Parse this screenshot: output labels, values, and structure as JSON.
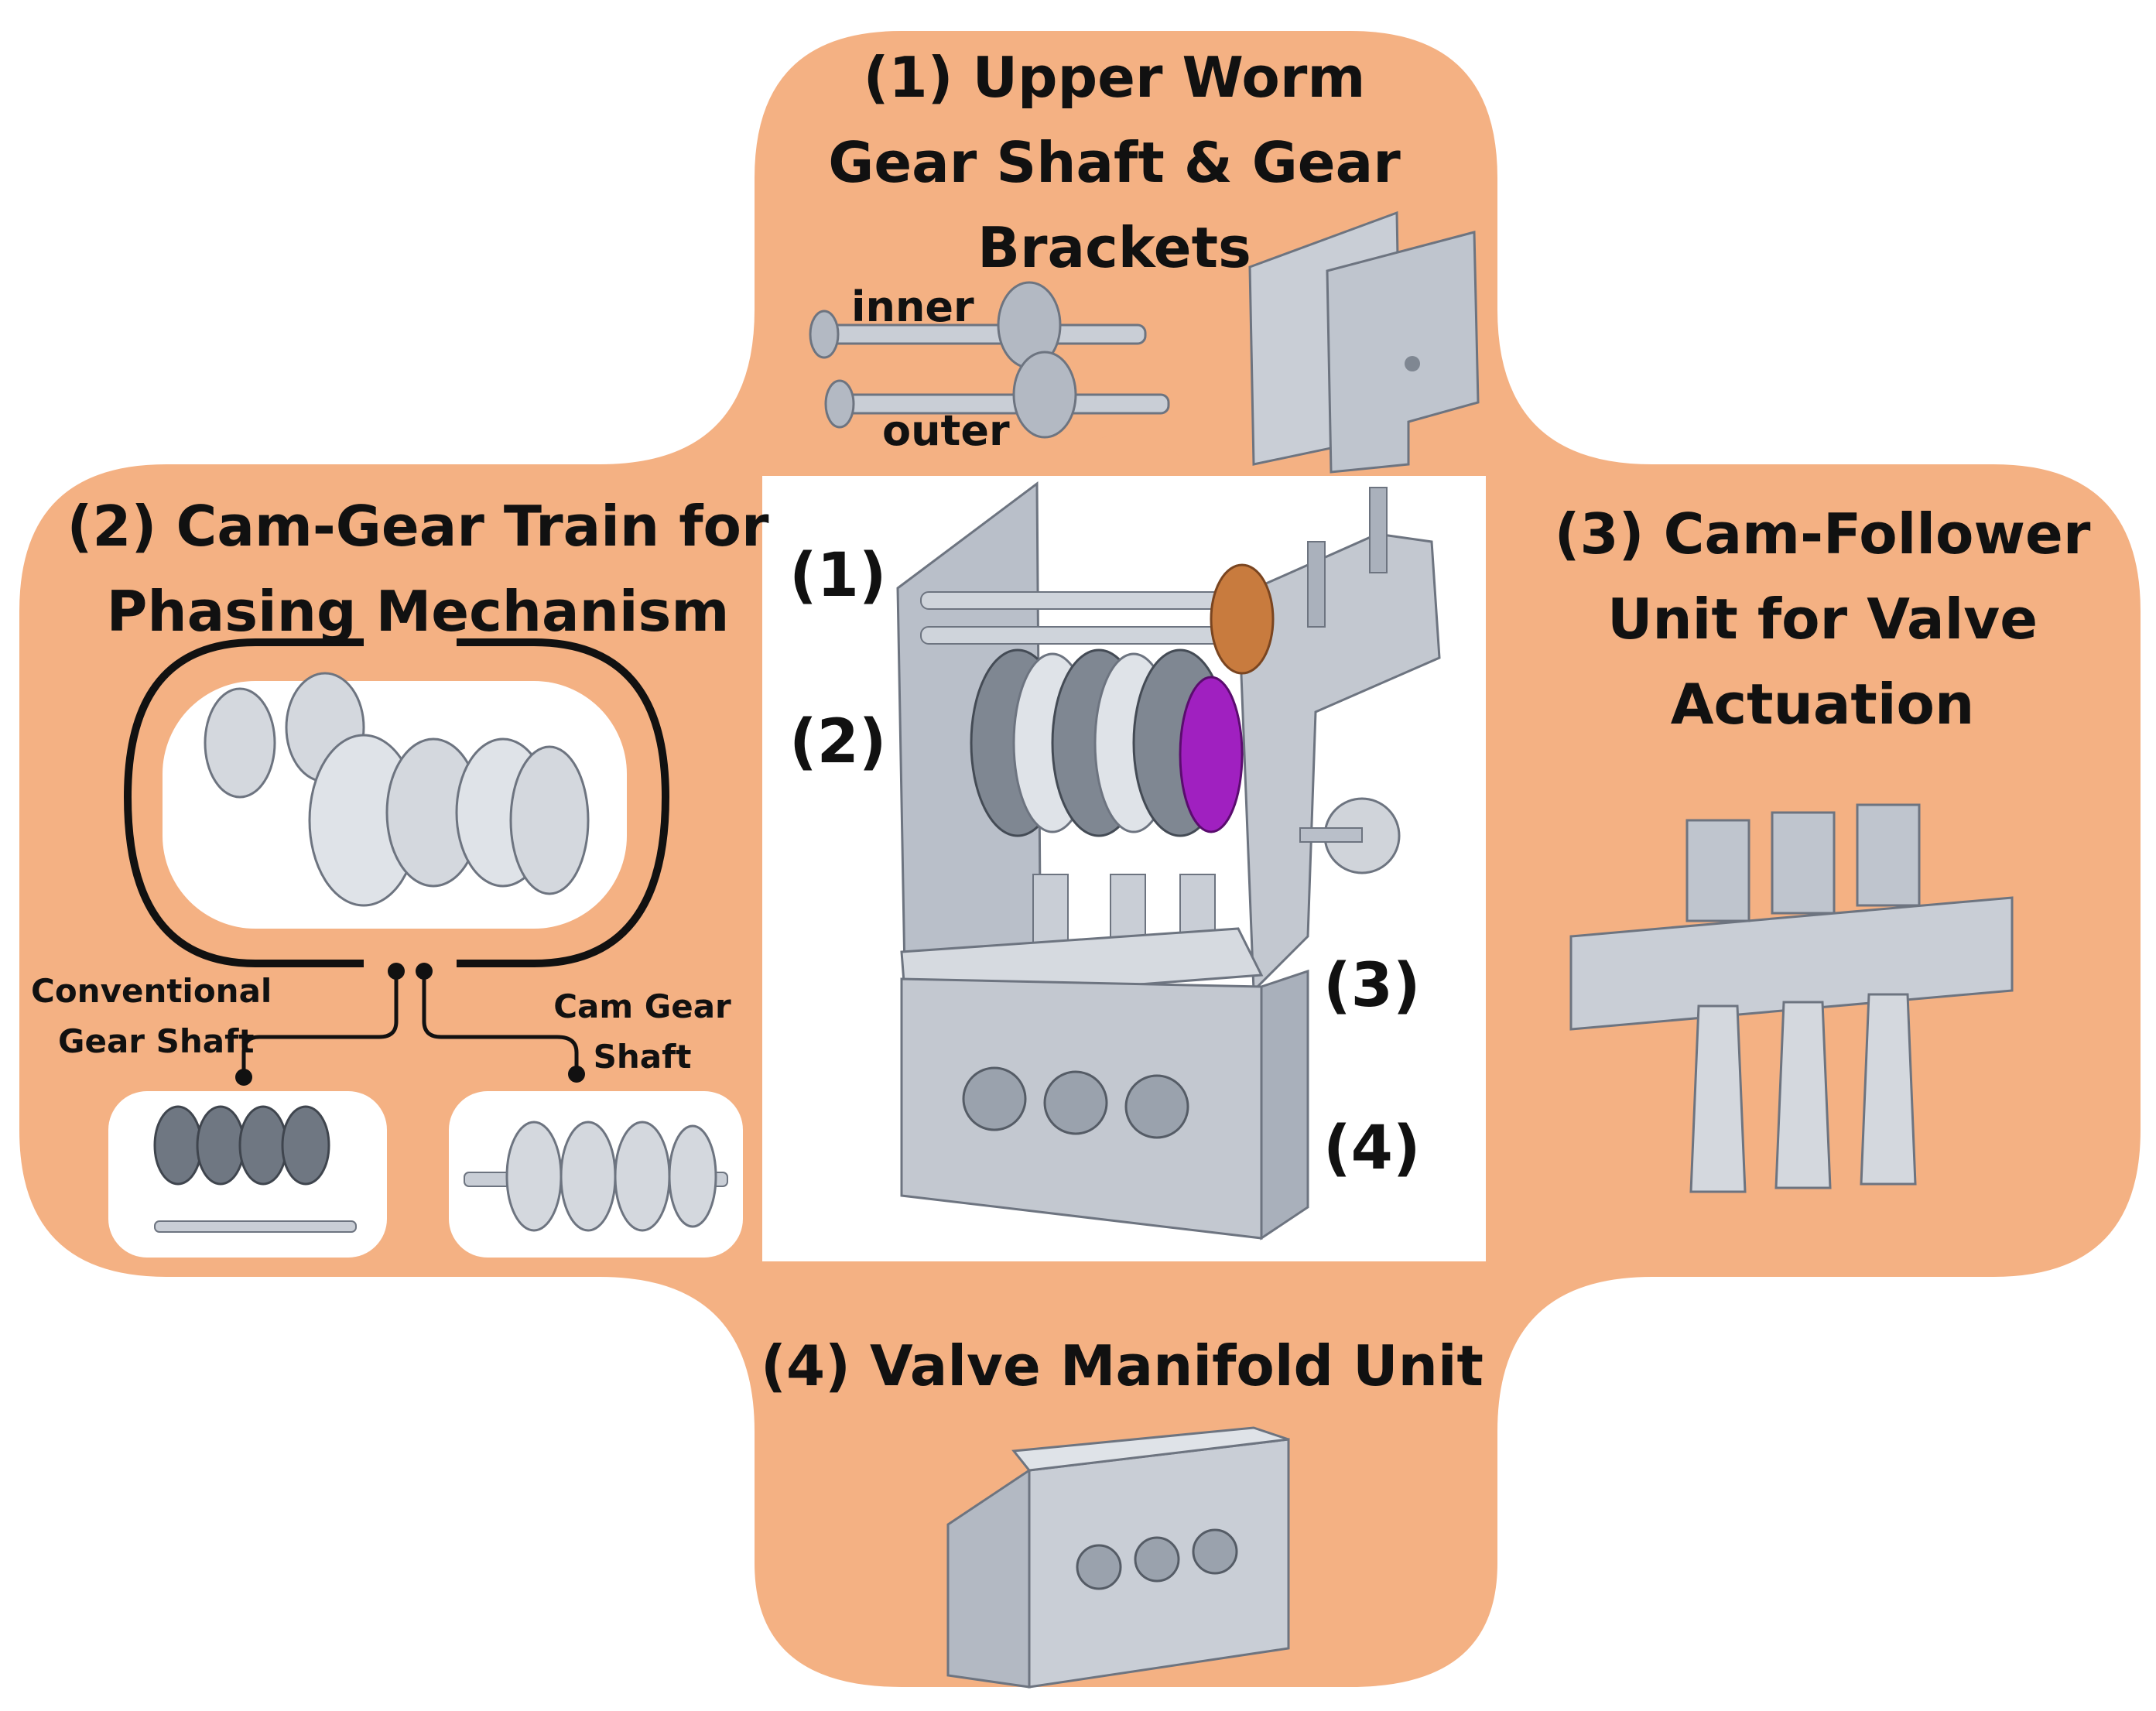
{
  "colors": {
    "background": "#ffffff",
    "blob": "#f4b183",
    "metal": "#c9ced6",
    "metal_dark": "#8f97a3",
    "metal_light": "#e6e9ee",
    "copper": "#c87b3e",
    "purple": "#a020c0",
    "ink": "#111111"
  },
  "panels": {
    "upper": {
      "title_lines": [
        "(1) Upper Worm",
        "Gear Shaft & Gear",
        "Brackets"
      ],
      "label_inner": "inner",
      "label_outer": "outer"
    },
    "left": {
      "title_lines": [
        "(2) Cam-Gear Train for",
        "Phasing Mechanism"
      ],
      "label_conventional": [
        "Conventional",
        "Gear Shaft"
      ],
      "label_cam": [
        "Cam Gear",
        "Shaft"
      ]
    },
    "right": {
      "title_lines": [
        "(3) Cam-Follower",
        "Unit for Valve",
        "Actuation"
      ]
    },
    "bottom": {
      "title": "(4) Valve Manifold Unit"
    }
  },
  "center_callouts": [
    "(1)",
    "(2)",
    "(3)",
    "(4)"
  ]
}
